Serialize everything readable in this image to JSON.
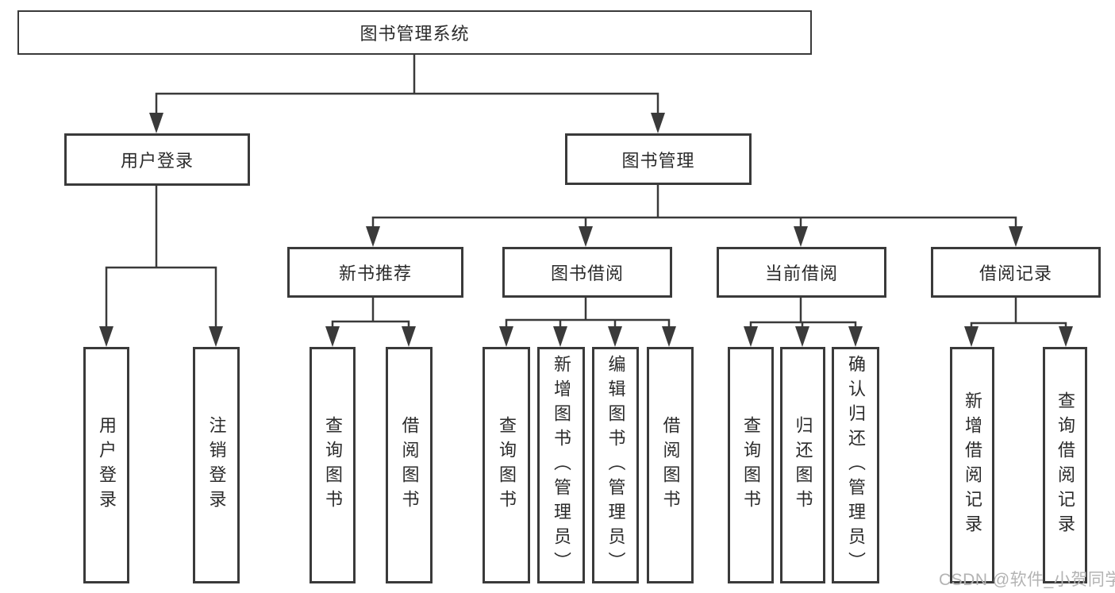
{
  "colors": {
    "line": "#3a3a3a",
    "text": "#2b2b2b",
    "box_background": "#ffffff",
    "background": "#ffffff",
    "watermark": "#b3b3b3"
  },
  "watermark": {
    "text": "CSDN @软件_小贺同学"
  },
  "tree": {
    "label": "图书管理系统",
    "children": [
      {
        "label": "用户登录",
        "children": [
          {
            "label": "用户登录"
          },
          {
            "label": "注销登录"
          }
        ]
      },
      {
        "label": "图书管理",
        "children": [
          {
            "label": "新书推荐",
            "children": [
              {
                "label": "查询图书"
              },
              {
                "label": "借阅图书"
              }
            ]
          },
          {
            "label": "图书借阅",
            "children": [
              {
                "label": "查询图书"
              },
              {
                "label": "新增图书（管理员）"
              },
              {
                "label": "编辑图书（管理员）"
              },
              {
                "label": "借阅图书"
              }
            ]
          },
          {
            "label": "当前借阅",
            "children": [
              {
                "label": "查询图书"
              },
              {
                "label": "归还图书"
              },
              {
                "label": "确认归还（管理员）"
              }
            ]
          },
          {
            "label": "借阅记录",
            "children": [
              {
                "label": "新增借阅记录"
              },
              {
                "label": "查询借阅记录"
              }
            ]
          }
        ]
      }
    ]
  }
}
